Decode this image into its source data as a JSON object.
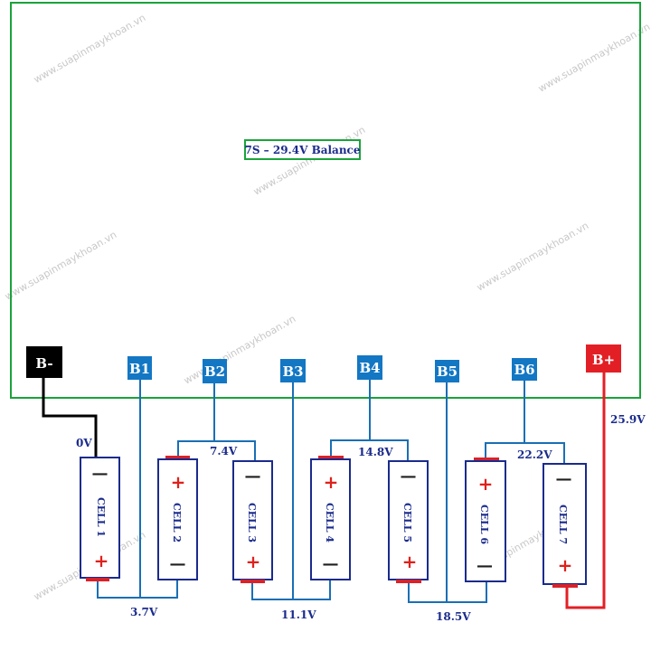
{
  "board": {
    "title": "7S – 29.4V Balance",
    "border_color": "#1aa33b"
  },
  "terminals": [
    {
      "id": "bminus",
      "label": "B-",
      "color": "#000000"
    },
    {
      "id": "b1",
      "label": "B1",
      "color": "#1377c4"
    },
    {
      "id": "b2",
      "label": "B2",
      "color": "#1377c4"
    },
    {
      "id": "b3",
      "label": "B3",
      "color": "#1377c4"
    },
    {
      "id": "b4",
      "label": "B4",
      "color": "#1377c4"
    },
    {
      "id": "b5",
      "label": "B5",
      "color": "#1377c4"
    },
    {
      "id": "b6",
      "label": "B6",
      "color": "#1377c4"
    },
    {
      "id": "bplus",
      "label": "B+",
      "color": "#e31f26"
    }
  ],
  "cells": [
    {
      "label": "CELL 1",
      "top_sign": "—",
      "bottom_sign": "+"
    },
    {
      "label": "CELL 2",
      "top_sign": "+",
      "bottom_sign": "—"
    },
    {
      "label": "CELL 3",
      "top_sign": "—",
      "bottom_sign": "+"
    },
    {
      "label": "CELL 4",
      "top_sign": "+",
      "bottom_sign": "—"
    },
    {
      "label": "CELL 5",
      "top_sign": "—",
      "bottom_sign": "+"
    },
    {
      "label": "CELL 6",
      "top_sign": "+",
      "bottom_sign": "—"
    },
    {
      "label": "CELL 7",
      "top_sign": "—",
      "bottom_sign": "+"
    }
  ],
  "voltages": {
    "v0": "0V",
    "v1": "3.7V",
    "v2": "7.4V",
    "v3": "11.1V",
    "v4": "14.8V",
    "v5": "18.5V",
    "v6": "22.2V",
    "v7": "25.9V"
  },
  "watermark": "www.suapinmaykhoan.vn",
  "colors": {
    "wire_blue": "#1a6fb5",
    "wire_black": "#000000",
    "wire_red": "#e31f26",
    "cell_border": "#1a2b8c",
    "terminal_cap": "#d9222a"
  }
}
